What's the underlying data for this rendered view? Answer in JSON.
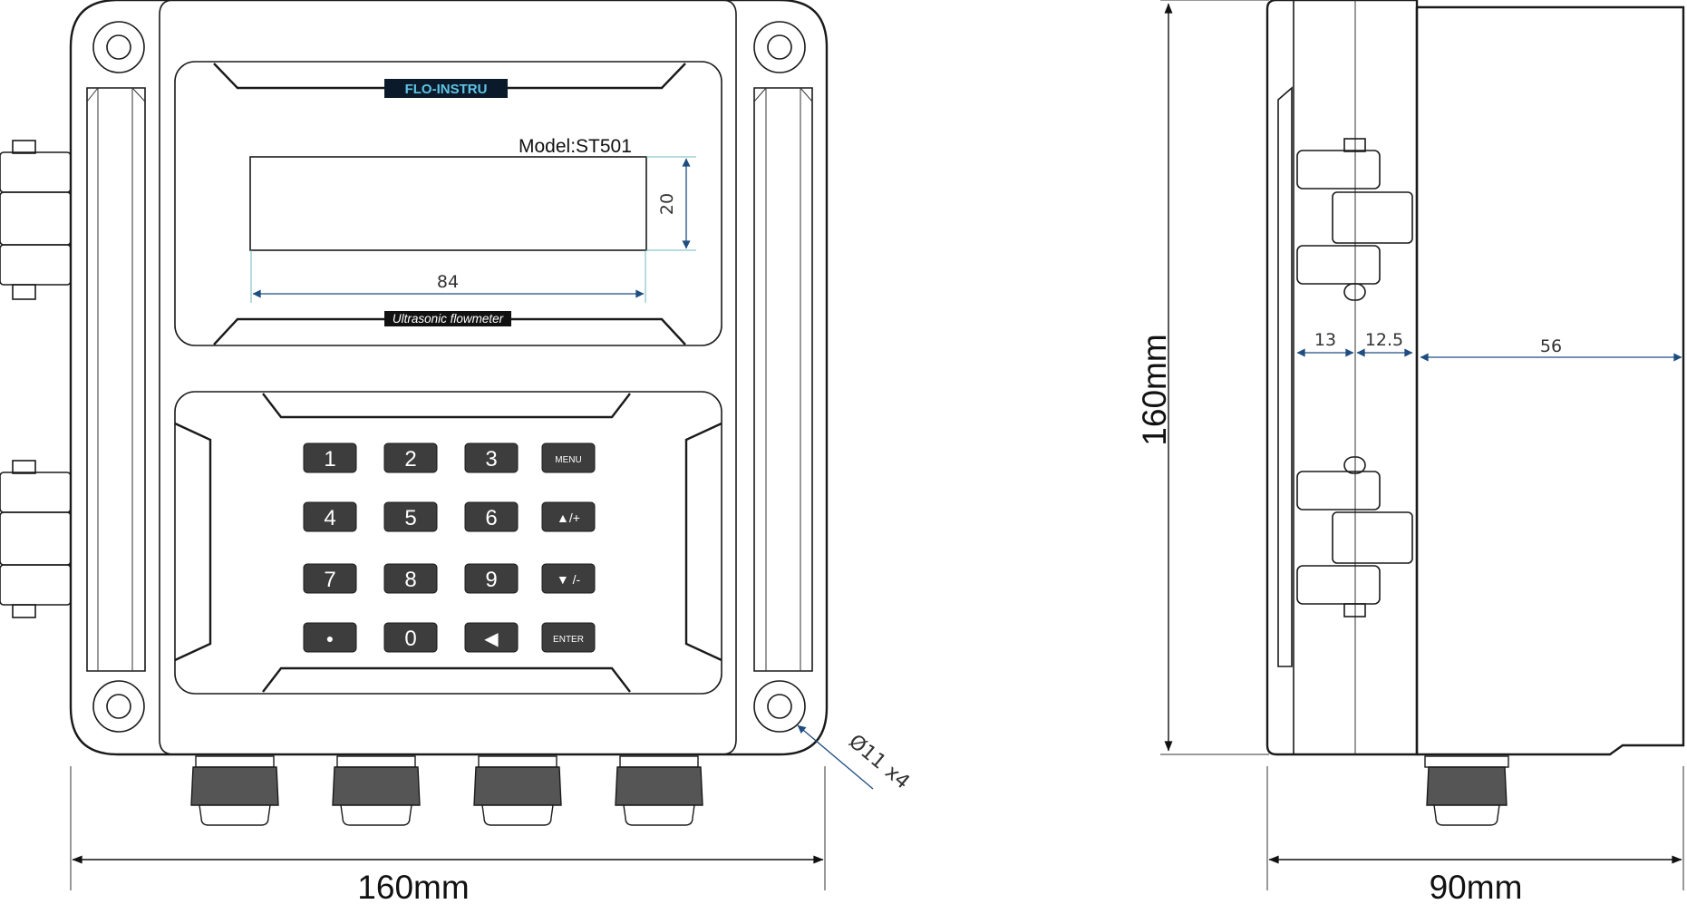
{
  "brand": {
    "logo_text": "FLO-INSTRU",
    "logo_bg": "#0b1a2a",
    "logo_fg": "#5fc4e6"
  },
  "front_view": {
    "model_label": "Model:ST501",
    "panel_label": "Ultrasonic flowmeter",
    "display_width_dim": "84",
    "display_height_dim": "20",
    "hole_dim": "Ø11 x4",
    "overall_width": "160mm",
    "keypad": [
      [
        "1",
        "2",
        "3",
        "MENU"
      ],
      [
        "4",
        "5",
        "6",
        "▲/+"
      ],
      [
        "7",
        "8",
        "9",
        "▼ /-"
      ],
      [
        "●",
        "0",
        "◀",
        "ENTER"
      ]
    ]
  },
  "side_view": {
    "overall_height": "160mm",
    "overall_depth": "90mm",
    "dim_a": "13",
    "dim_b": "12.5",
    "dim_c": "56"
  },
  "colors": {
    "outline": "#1a1a1a",
    "dimension_line": "#1f4d80",
    "extension_line": "#6fb7bf",
    "key_fill": "#3d3d3d"
  }
}
